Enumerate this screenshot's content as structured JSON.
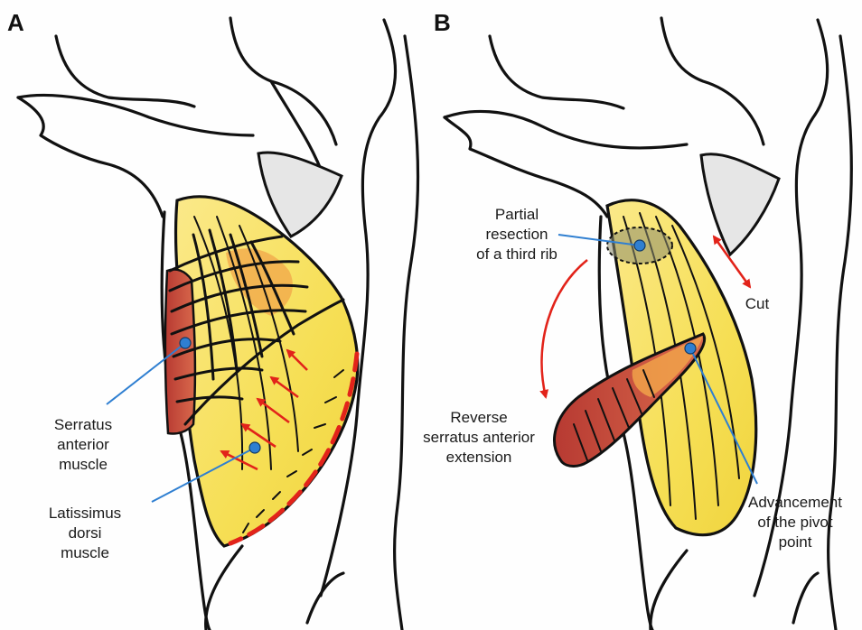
{
  "panels": {
    "a": {
      "label": "A"
    },
    "b": {
      "label": "B"
    }
  },
  "labels": {
    "serratus": [
      "Serratus",
      "anterior",
      "muscle"
    ],
    "latissimus": [
      "Latissimus",
      "dorsi",
      "muscle"
    ],
    "partial_resection": [
      "Partial",
      "resection",
      "of a third rib"
    ],
    "reverse_serratus": [
      "Reverse",
      "serratus anterior",
      "extension"
    ],
    "cut": "Cut",
    "advancement": [
      "Advancement",
      "of the pivot",
      "point"
    ]
  },
  "colors": {
    "latissimus_fill": "#f7e46a",
    "serratus_fill": "#c9453a",
    "leader_line": "#2f7fd1",
    "arrow_red": "#e2231a",
    "axilla_fill": "#e6e6e6",
    "resection_fill": "#8c8c6e"
  }
}
